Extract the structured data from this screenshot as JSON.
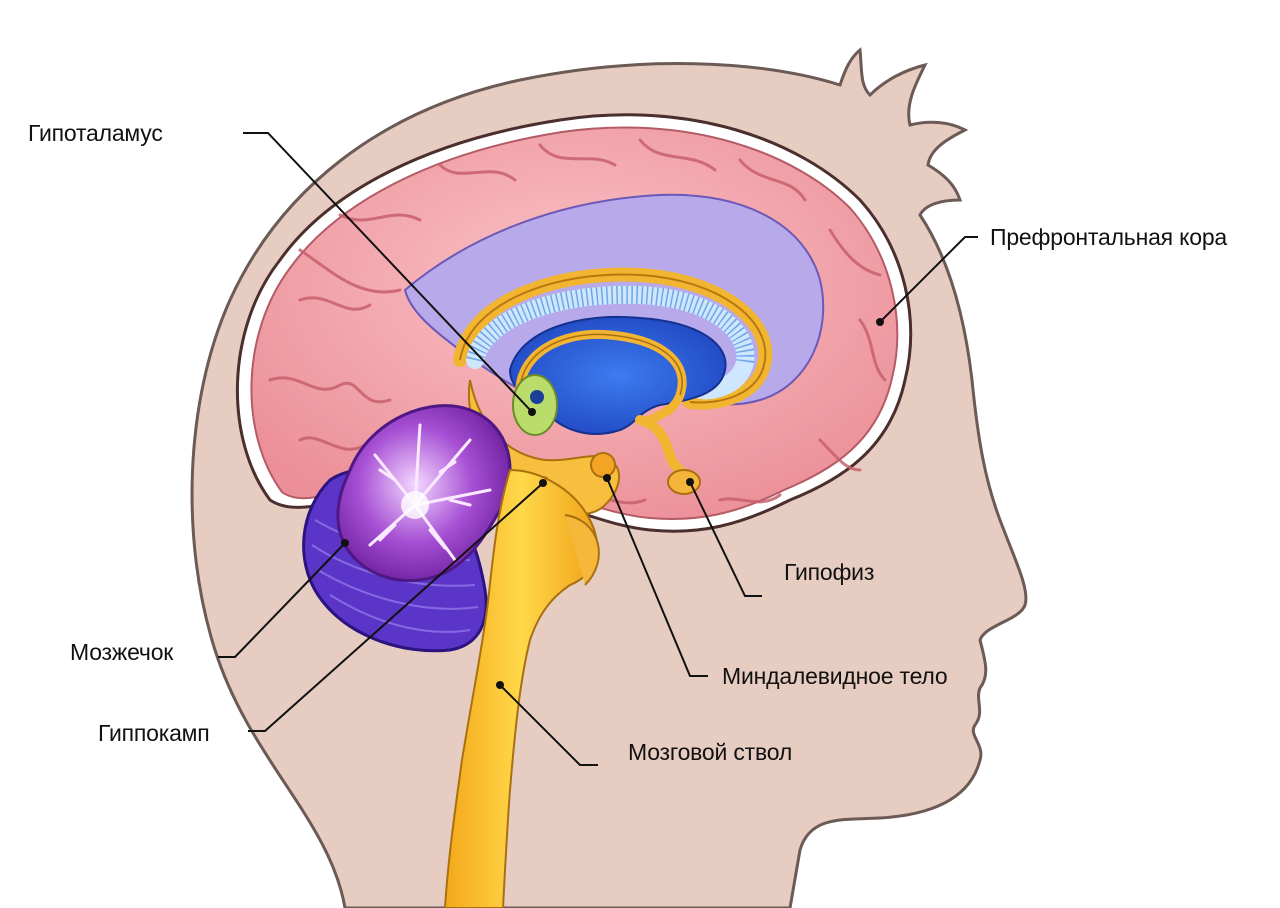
{
  "labels": {
    "hypothalamus": "Гипоталамус",
    "prefrontal_cortex": "Префронтальная кора",
    "pituitary": "Гипофиз",
    "cerebellum": "Мозжечок",
    "amygdala": "Миндалевидное тело",
    "hippocampus": "Гиппокамп",
    "brainstem": "Мозговой ствол"
  },
  "colors": {
    "head": "#e8cfc2",
    "cortex": "#f2a0a6",
    "corpus_callosum": "#b7a7e8",
    "ventricle": "#2f5fd8",
    "limbic": "#f6c042",
    "cerebellum": "#9a3cc8",
    "brainstem": "#f9c23c",
    "thalamus": "#b7d86a"
  }
}
